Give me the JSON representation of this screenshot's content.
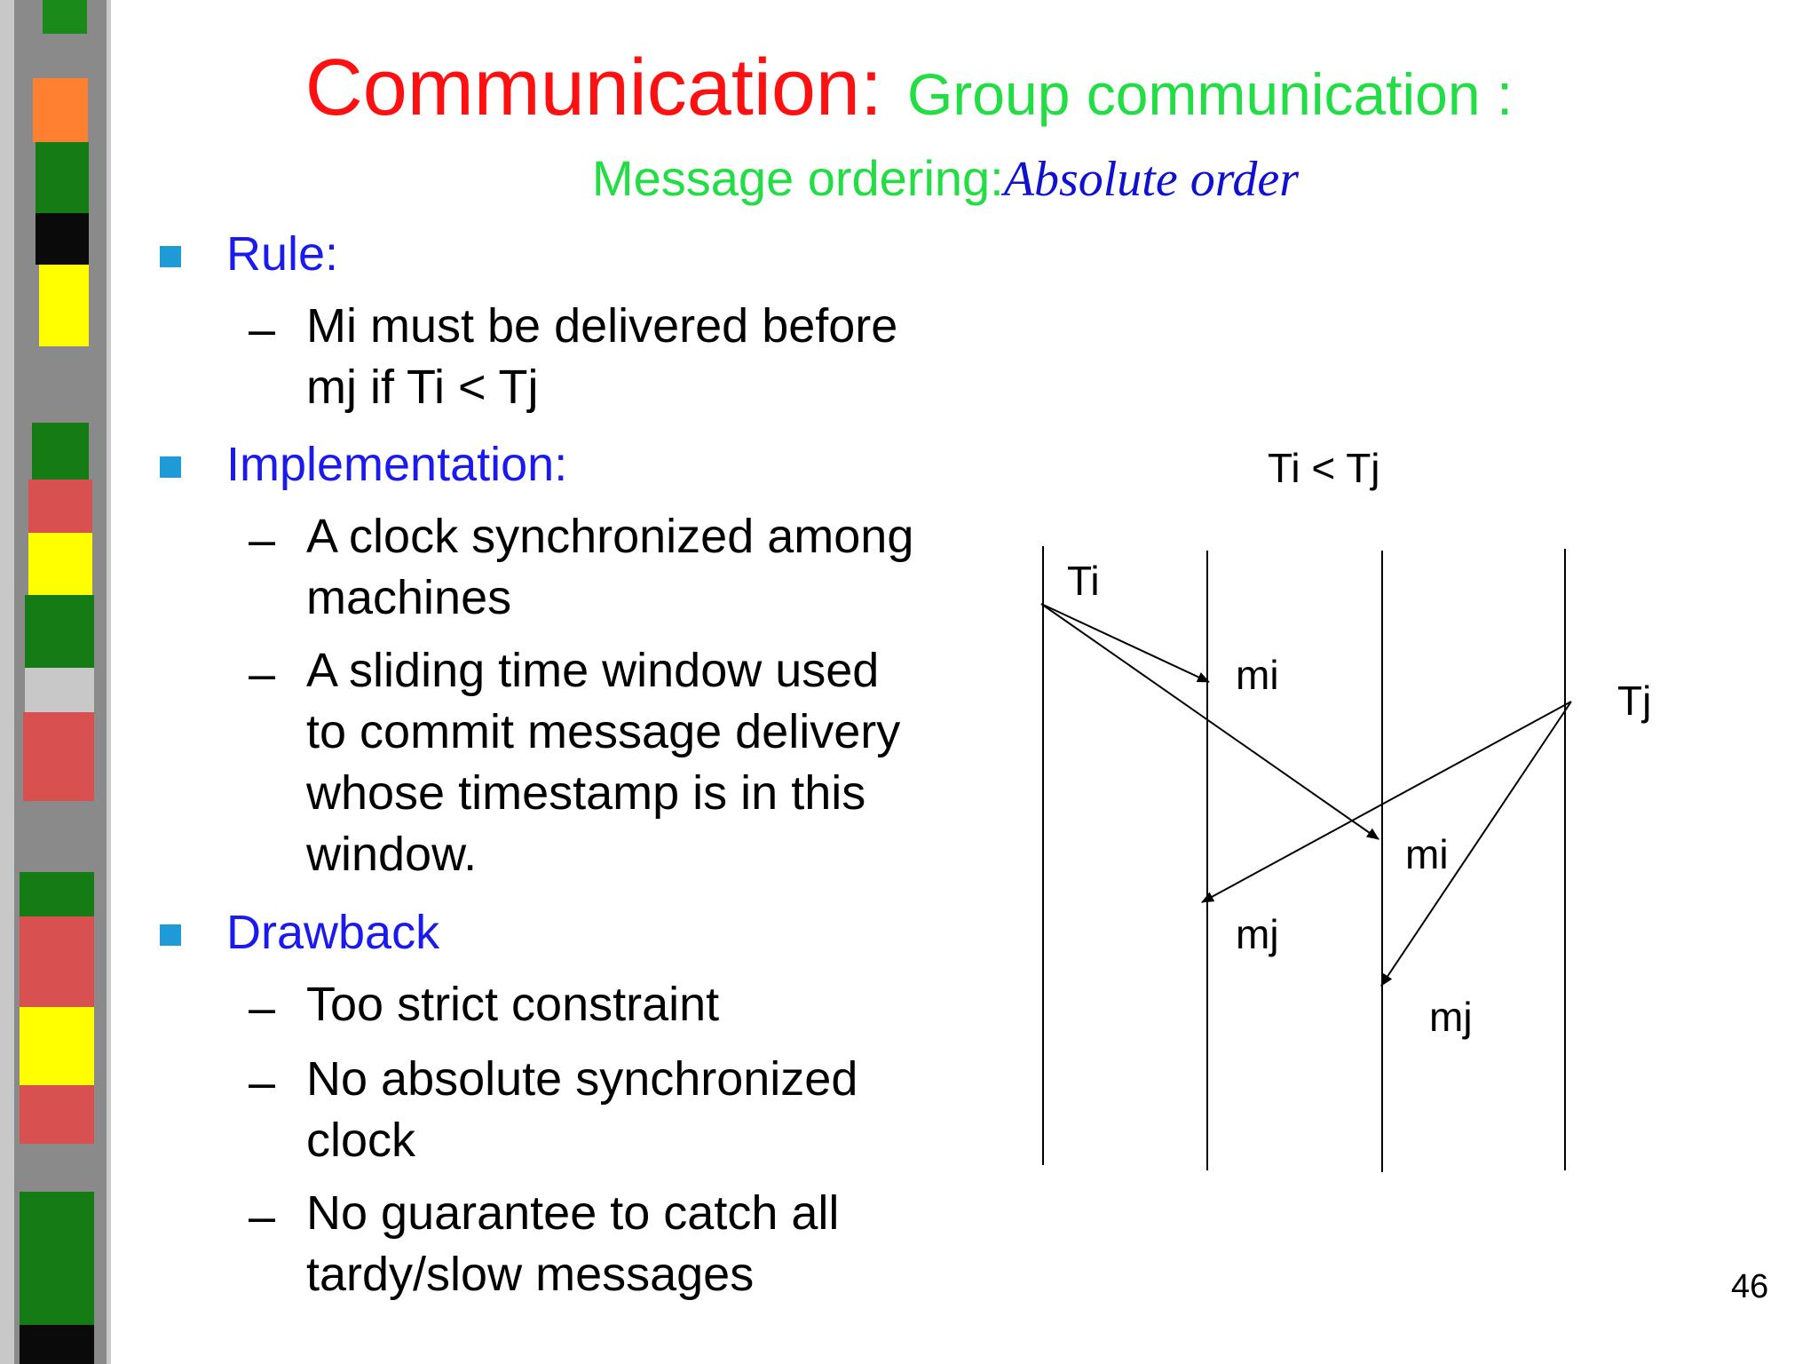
{
  "title": {
    "main": "Communication:",
    "sub": "Group communication :",
    "line2_plain": "Message ordering:",
    "line2_italic": "Absolute order"
  },
  "sections": [
    {
      "heading": "Rule:",
      "items": [
        [
          "Mi must be delivered before",
          "mj if Ti < Tj"
        ]
      ]
    },
    {
      "heading": "Implementation:",
      "items": [
        [
          "A clock synchronized among",
          "machines"
        ],
        [
          "A sliding time window used",
          "to commit message delivery",
          "whose timestamp is in this",
          "window."
        ]
      ]
    },
    {
      "heading": "Drawback",
      "items": [
        [
          "Too strict constraint"
        ],
        [
          "No absolute synchronized",
          "clock"
        ],
        [
          "No guarantee to catch all",
          "tardy/slow messages"
        ]
      ]
    }
  ],
  "dash_glyph": "–",
  "diagram": {
    "caption": "Ti < Tj",
    "labels": {
      "ti": "Ti",
      "tj": "Tj",
      "mi_1": "mi",
      "mi_2": "mi",
      "mj_1": "mj",
      "mj_2": "mj"
    }
  },
  "page_number": "46",
  "colors": {
    "title_red": "#ff1010",
    "title_green": "#22dd44",
    "heading_blue": "#1a1aee",
    "italic_blue": "#1010d0",
    "bullet": "#1e9ad6"
  }
}
